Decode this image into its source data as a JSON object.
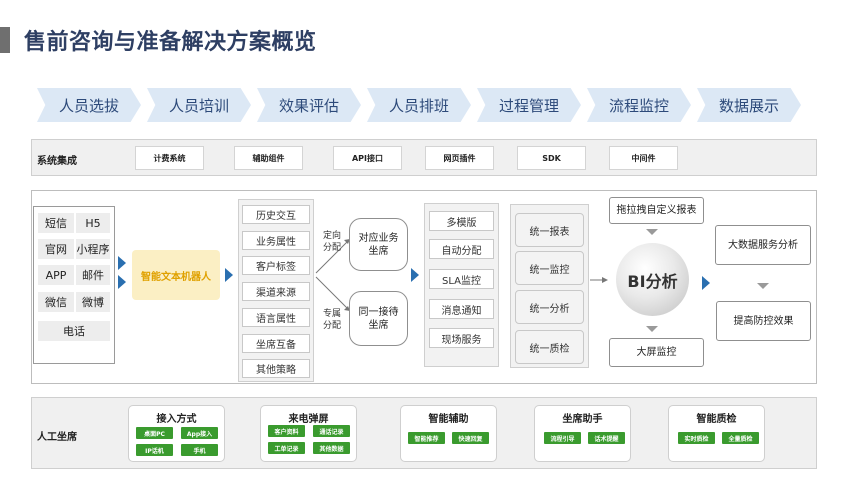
{
  "title": "售前咨询与准备解决方案概览",
  "process_steps": [
    "人员选拔",
    "人员培训",
    "效果评估",
    "人员排班",
    "过程管理",
    "流程监控",
    "数据展示"
  ],
  "system_integration": {
    "label": "系统集成",
    "items": [
      "计费系统",
      "辅助组件",
      "API接口",
      "网页插件",
      "SDK",
      "中间件"
    ]
  },
  "channels": [
    "短信",
    "H5",
    "官网",
    "小程序",
    "APP",
    "邮件",
    "微信",
    "微博",
    "电话"
  ],
  "robot_label": "智能文本机器人",
  "attributes": [
    "历史交互",
    "业务属性",
    "客户标签",
    "渠道来源",
    "语言属性",
    "坐席互备",
    "其他策略"
  ],
  "routing": [
    {
      "label": "定向\n分配",
      "target": "对应业务\n坐席"
    },
    {
      "label": "专属\n分配",
      "target": "同一接待\n坐席"
    }
  ],
  "features": [
    "多模版",
    "自动分配",
    "SLA监控",
    "消息通知",
    "现场服务"
  ],
  "unified": [
    "统一报表",
    "统一监控",
    "统一分析",
    "统一质检"
  ],
  "bi": {
    "center": "BI分析",
    "top": "拖拉拽自定义报表",
    "bottom": "大屏监控"
  },
  "outputs": [
    "大数据服务分析",
    "提高防控效果"
  ],
  "manual_seat": {
    "label": "人工坐席",
    "cards": [
      {
        "title": "接入方式",
        "tags": [
          "桌面PC",
          "App接入",
          "IP话机",
          "手机"
        ]
      },
      {
        "title": "来电弹屏",
        "tags": [
          "客户资料",
          "通话记录",
          "工单记录",
          "其他数据"
        ]
      },
      {
        "title": "智能辅助",
        "tags": [
          "智能推荐",
          "快速回复"
        ]
      },
      {
        "title": "坐席助手",
        "tags": [
          "流程引导",
          "话术提醒"
        ]
      },
      {
        "title": "智能质检",
        "tags": [
          "实时质检",
          "全量质检"
        ]
      }
    ]
  },
  "colors": {
    "title": "#2e3f63",
    "chevron_bg": "#dce8f5",
    "chevron_text": "#2d4a7a",
    "arrow_blue": "#2a6fb0",
    "robot_bg": "#fbefc4",
    "robot_text": "#e0a100",
    "tag_green": "#3a9b2e"
  }
}
